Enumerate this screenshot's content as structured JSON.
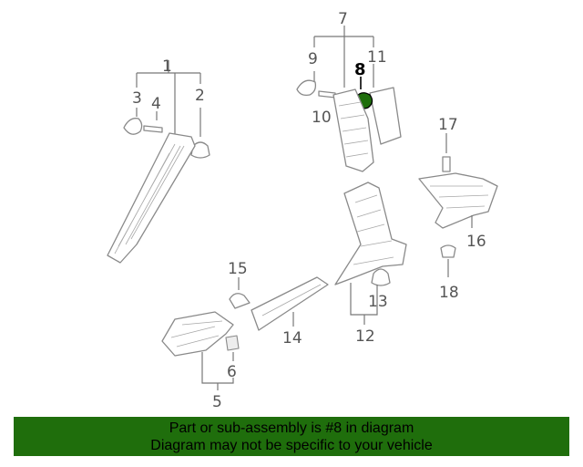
{
  "diagram": {
    "highlight_color": "#1f6e0c",
    "callouts": {
      "c1": "1",
      "c2": "2",
      "c3": "3",
      "c4": "4",
      "c5": "5",
      "c6": "6",
      "c7": "7",
      "c8": "8",
      "c9": "9",
      "c10": "10",
      "c11": "11",
      "c12": "12",
      "c13": "13",
      "c14": "14",
      "c15": "15",
      "c16": "16",
      "c17": "17",
      "c18": "18"
    },
    "highlighted_part": "8"
  },
  "banner": {
    "line1": "Part or sub-assembly is #8 in diagram",
    "line2": "Diagram may not be specific to your vehicle",
    "background": "#1f6e0c"
  }
}
